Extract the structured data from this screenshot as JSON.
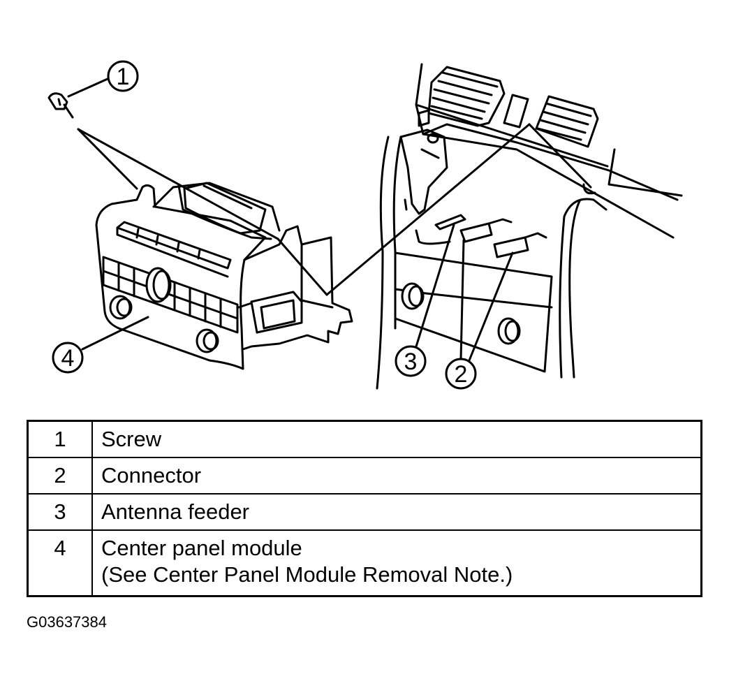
{
  "callouts": [
    "1",
    "2",
    "3",
    "4"
  ],
  "legend": {
    "rows": [
      {
        "num": "1",
        "label": "Screw",
        "label2": ""
      },
      {
        "num": "2",
        "label": "Connector",
        "label2": ""
      },
      {
        "num": "3",
        "label": "Antenna feeder",
        "label2": ""
      },
      {
        "num": "4",
        "label": "Center panel module",
        "label2": "(See Center Panel Module Removal Note.)"
      }
    ]
  },
  "figure_code": "G03637384"
}
